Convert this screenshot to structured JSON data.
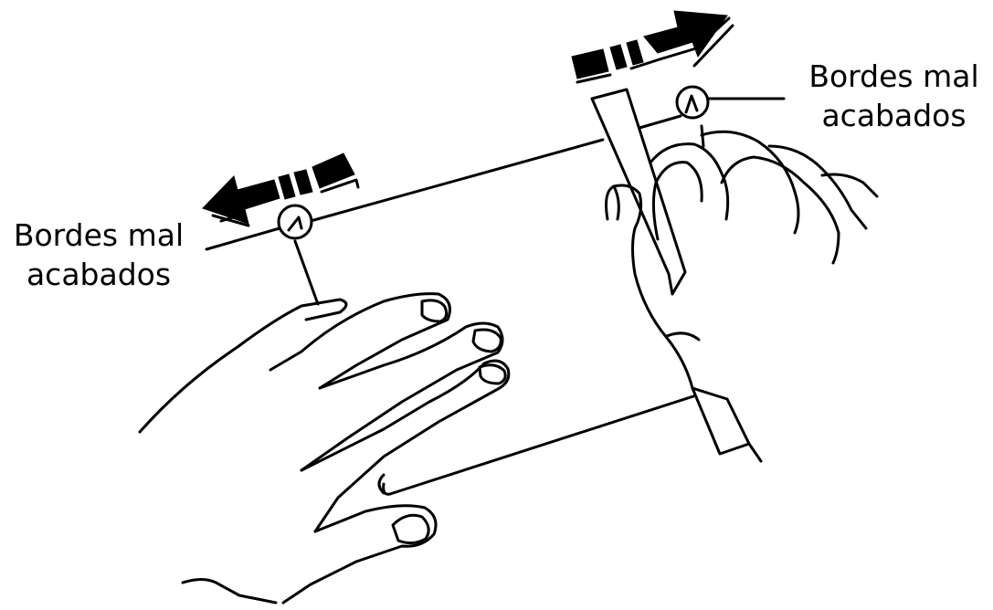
{
  "diagram": {
    "callouts": [
      {
        "id": "left",
        "line1": "Bordes mal",
        "line2": "acabados"
      },
      {
        "id": "right",
        "line1": "Bordes mal",
        "line2": "acabados"
      }
    ],
    "arrow_directions": [
      "left",
      "right"
    ],
    "colors": {
      "ink": "#000000",
      "background": "#ffffff"
    }
  }
}
